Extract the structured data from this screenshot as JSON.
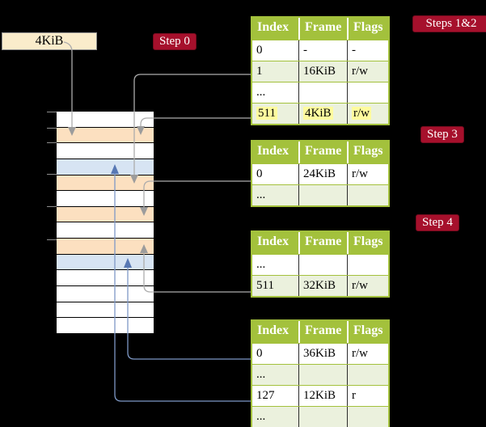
{
  "root_box": {
    "label": "4KiB"
  },
  "step_labels": {
    "step0": "Step 0",
    "steps_1_2": "Steps 1&2",
    "step3": "Step 3",
    "step4": "Step 4"
  },
  "memory_stack": {
    "frames": [
      {
        "type": "free"
      },
      {
        "type": "page-table"
      },
      {
        "type": "free"
      },
      {
        "type": "data"
      },
      {
        "type": "page-table"
      },
      {
        "type": "free"
      },
      {
        "type": "page-table"
      },
      {
        "type": "free"
      },
      {
        "type": "page-table"
      },
      {
        "type": "data"
      },
      {
        "type": "free"
      },
      {
        "type": "free"
      },
      {
        "type": "free"
      },
      {
        "type": "free"
      }
    ]
  },
  "page_tables": [
    {
      "name": "root-page-table",
      "header": [
        "Index",
        "Frame",
        "Flags"
      ],
      "rows": [
        {
          "cells": [
            "0",
            "-",
            "-"
          ],
          "shaded": false,
          "highlight": false
        },
        {
          "cells": [
            "1",
            "16KiB",
            "r/w"
          ],
          "shaded": true,
          "highlight": false
        },
        {
          "cells": [
            "...",
            "",
            ""
          ],
          "shaded": false,
          "highlight": false
        },
        {
          "cells": [
            "511",
            "4KiB",
            "r/w"
          ],
          "shaded": true,
          "highlight": true
        }
      ]
    },
    {
      "name": "level2-page-table",
      "header": [
        "Index",
        "Frame",
        "Flags"
      ],
      "rows": [
        {
          "cells": [
            "0",
            "24KiB",
            "r/w"
          ],
          "shaded": false,
          "highlight": false
        },
        {
          "cells": [
            "...",
            "",
            ""
          ],
          "shaded": true,
          "highlight": false
        }
      ]
    },
    {
      "name": "level3-page-table",
      "header": [
        "Index",
        "Frame",
        "Flags"
      ],
      "rows": [
        {
          "cells": [
            "...",
            "",
            ""
          ],
          "shaded": false,
          "highlight": false
        },
        {
          "cells": [
            "511",
            "32KiB",
            "r/w"
          ],
          "shaded": true,
          "highlight": false
        }
      ]
    },
    {
      "name": "leaf-page-table",
      "header": [
        "Index",
        "Frame",
        "Flags"
      ],
      "rows": [
        {
          "cells": [
            "0",
            "36KiB",
            "r/w"
          ],
          "shaded": false,
          "highlight": false
        },
        {
          "cells": [
            "...",
            "",
            ""
          ],
          "shaded": true,
          "highlight": false
        },
        {
          "cells": [
            "127",
            "12KiB",
            "r"
          ],
          "shaded": false,
          "highlight": false
        },
        {
          "cells": [
            "...",
            "",
            ""
          ],
          "shaded": true,
          "highlight": false
        }
      ]
    }
  ],
  "colors": {
    "accent_crimson": "#A6102C",
    "crimson_border": "#750B1E",
    "table_header_green": "#A3C13C",
    "table_row_green": "#EBF1DD",
    "frame_table_peach": "#FCE0C0",
    "frame_data_blue": "#D7E4F3",
    "highlight_yellow": "#FEFB9E",
    "root_box_cream": "#FAECCB",
    "connector_gray": "#ACACAC",
    "connector_gray_arrow": "#9C9C9C",
    "connector_blue": "#7E98C5",
    "connector_blue_arrow": "#5878B4"
  }
}
